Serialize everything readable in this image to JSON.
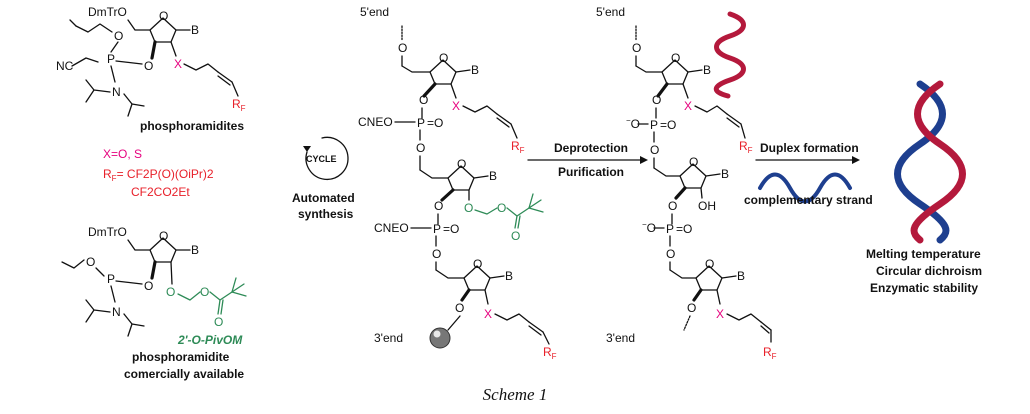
{
  "scheme": {
    "caption": "Scheme 1",
    "left": {
      "dmtro": "DmTrO",
      "cyanoethyl": "NC",
      "base": "B",
      "x": "X",
      "rf": "R",
      "rf_sub": "F",
      "p": "P",
      "o": "O",
      "n": "N",
      "phosphoramidites": "phosphoramidites",
      "x_def": "X=O, S",
      "rf_def1": "R",
      "rf_def1_sub": "F",
      "rf_def1_rest": "= CF2P(O)(OiPr)2",
      "rf_def2": "CF2CO2Et",
      "pivom_label": "2'-O-PivOM",
      "pivom_l2": "phosphoramidite",
      "pivom_l3": "comercially available"
    },
    "cycle": {
      "label": "CYCLE",
      "caption_l1": "Automated",
      "caption_l2": "synthesis"
    },
    "middle": {
      "five_end": "5'end",
      "three_end": "3'end",
      "cneo_1": "CNEO",
      "cneo_2": "CNEO",
      "p": "P",
      "o": "O",
      "eq_o": "=O",
      "base": "B",
      "x": "X",
      "rf": "R",
      "rf_sub": "F"
    },
    "deprotection": {
      "line1": "Deprotection",
      "line2": "Purification"
    },
    "right": {
      "five_end": "5'end",
      "three_end": "3'end",
      "minus_o": "O",
      "p": "P",
      "o": "O",
      "eq_o": "=O",
      "base": "B",
      "x": "X",
      "oh": "OH",
      "rf": "R",
      "rf_sub": "F"
    },
    "duplex": {
      "label": "Duplex formation",
      "complementary": "complementary strand"
    },
    "results": [
      "Melting temperature",
      "Circular dichroism",
      "Enzymatic stability"
    ],
    "colors": {
      "magenta": "#e6007e",
      "red": "#e8202a",
      "green": "#2e8b57",
      "helix_red": "#b4193c",
      "helix_blue": "#1e3f8f"
    }
  }
}
